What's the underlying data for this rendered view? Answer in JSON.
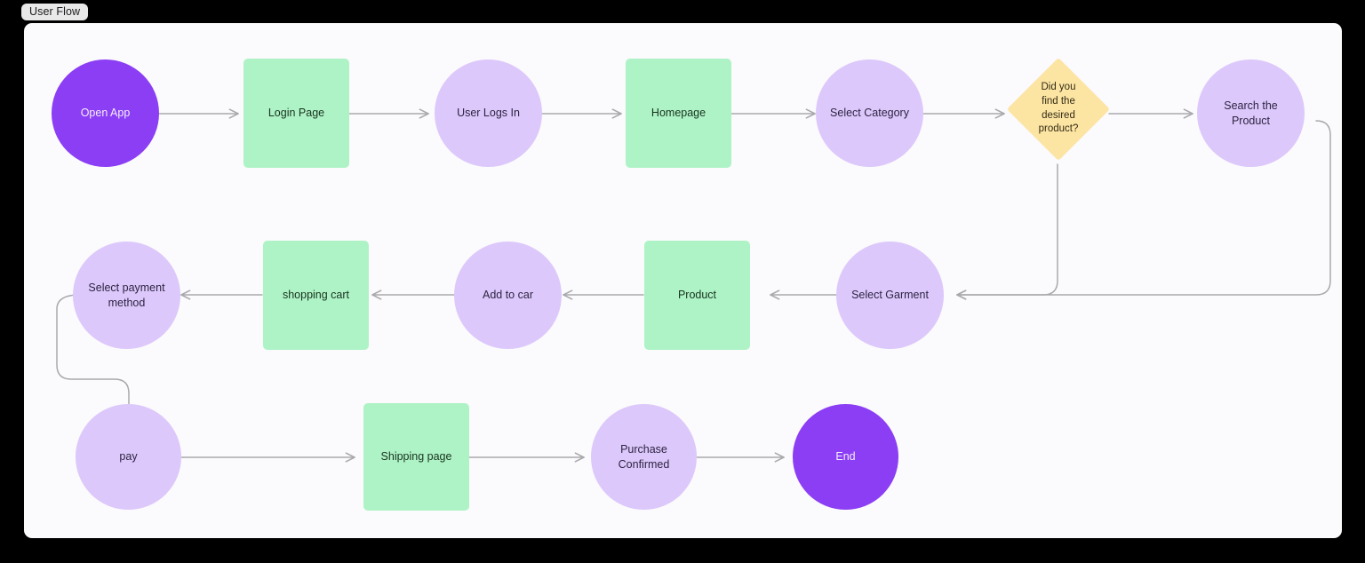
{
  "window": {
    "background_color": "#000000"
  },
  "tab": {
    "label": "User Flow"
  },
  "canvas": {
    "background_color": "#fbfafc"
  },
  "palette": {
    "terminal_purple": "#8b3ef3",
    "process_lavender": "#dcc8fb",
    "page_green": "#aef3c6",
    "decision_yellow": "#fce4a3",
    "edge_gray": "#a9a9ad"
  },
  "diagram": {
    "type": "flowchart",
    "title": "User Flow",
    "nodes": [
      {
        "id": "open-app",
        "label": "Open App",
        "shape": "circle",
        "kind": "start-end",
        "row": 1
      },
      {
        "id": "login-page",
        "label": "Login Page",
        "shape": "rect",
        "kind": "page",
        "row": 1
      },
      {
        "id": "user-logs-in",
        "label": "User Logs In",
        "shape": "circle",
        "kind": "process",
        "row": 1
      },
      {
        "id": "homepage",
        "label": "Homepage",
        "shape": "rect",
        "kind": "page",
        "row": 1
      },
      {
        "id": "select-category",
        "label": "Select Category",
        "shape": "circle",
        "kind": "process",
        "row": 1
      },
      {
        "id": "did-you-find",
        "label": "Did you\nfind the\ndesired\nproduct?",
        "shape": "diamond",
        "kind": "decision",
        "row": 1
      },
      {
        "id": "search-product",
        "label": "Search the\nProduct",
        "shape": "circle",
        "kind": "process",
        "row": 1
      },
      {
        "id": "select-garment",
        "label": "Select Garment",
        "shape": "circle",
        "kind": "process",
        "row": 2
      },
      {
        "id": "product",
        "label": "Product",
        "shape": "rect",
        "kind": "page",
        "row": 2
      },
      {
        "id": "add-to-car",
        "label": "Add to car",
        "shape": "circle",
        "kind": "process",
        "row": 2
      },
      {
        "id": "shopping-cart",
        "label": "shopping cart",
        "shape": "rect",
        "kind": "page",
        "row": 2
      },
      {
        "id": "select-payment",
        "label": "Select payment\nmethod",
        "shape": "circle",
        "kind": "process",
        "row": 2
      },
      {
        "id": "pay",
        "label": "pay",
        "shape": "circle",
        "kind": "process",
        "row": 3
      },
      {
        "id": "shipping-page",
        "label": "Shipping page",
        "shape": "rect",
        "kind": "page",
        "row": 3
      },
      {
        "id": "purchase-confirmed",
        "label": "Purchase\nConfirmed",
        "shape": "circle",
        "kind": "process",
        "row": 3
      },
      {
        "id": "end",
        "label": "End",
        "shape": "circle",
        "kind": "start-end",
        "row": 3
      }
    ],
    "edges": [
      {
        "from": "open-app",
        "to": "login-page"
      },
      {
        "from": "login-page",
        "to": "user-logs-in"
      },
      {
        "from": "user-logs-in",
        "to": "homepage"
      },
      {
        "from": "homepage",
        "to": "select-category"
      },
      {
        "from": "select-category",
        "to": "did-you-find"
      },
      {
        "from": "did-you-find",
        "to": "search-product"
      },
      {
        "from": "did-you-find",
        "to": "select-garment"
      },
      {
        "from": "search-product",
        "to": "select-garment"
      },
      {
        "from": "select-garment",
        "to": "product"
      },
      {
        "from": "product",
        "to": "add-to-car"
      },
      {
        "from": "add-to-car",
        "to": "shopping-cart"
      },
      {
        "from": "shopping-cart",
        "to": "select-payment"
      },
      {
        "from": "select-payment",
        "to": "pay"
      },
      {
        "from": "pay",
        "to": "shipping-page"
      },
      {
        "from": "shipping-page",
        "to": "purchase-confirmed"
      },
      {
        "from": "purchase-confirmed",
        "to": "end"
      }
    ]
  }
}
